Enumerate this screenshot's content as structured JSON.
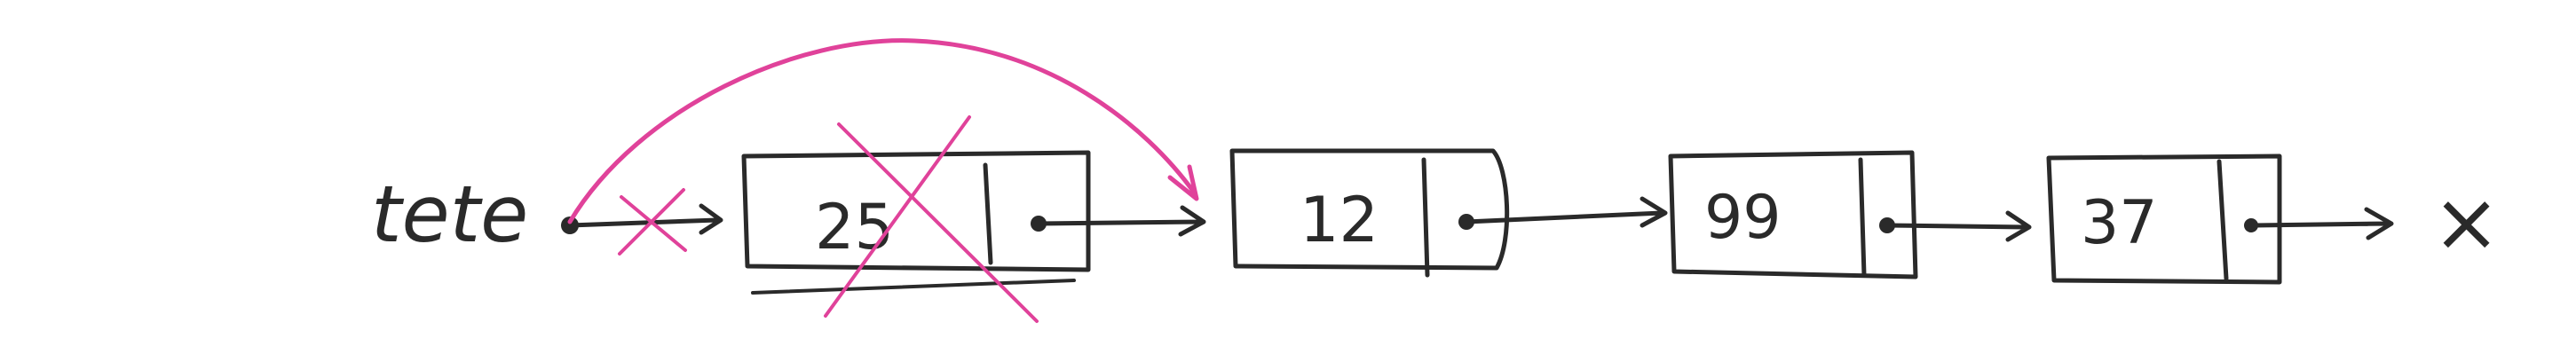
{
  "head_label": "tete",
  "nodes": [
    {
      "value": "25",
      "removed": true
    },
    {
      "value": "12",
      "removed": false
    },
    {
      "value": "99",
      "removed": false
    },
    {
      "value": "37",
      "removed": false
    }
  ],
  "null_marker": "×",
  "colors": {
    "ink": "#2a2a2a",
    "annotation": "#e0429a"
  }
}
